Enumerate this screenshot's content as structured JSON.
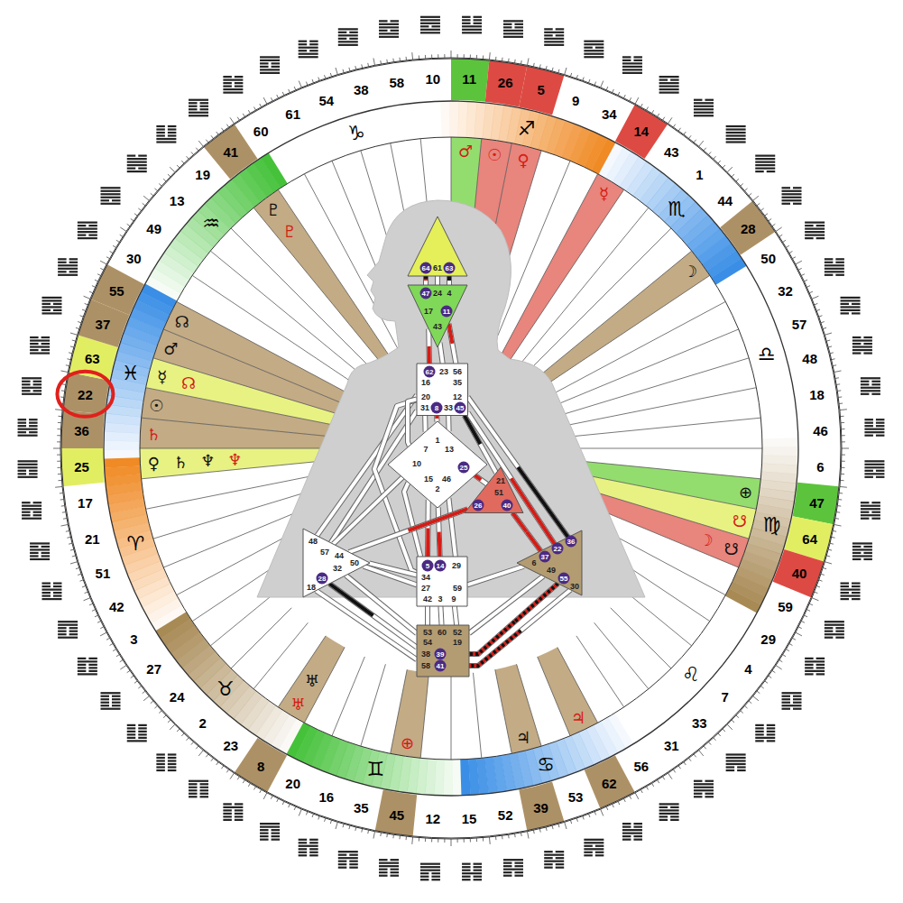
{
  "diagram": {
    "nodes": [
      {
        "text": [
          "64",
          "61",
          "63"
        ]
      },
      {
        "text": [
          "47",
          "24",
          "4",
          "17",
          "11",
          "43"
        ]
      },
      {
        "text": [
          "62",
          "23",
          "56",
          "16",
          "35",
          "20",
          "12",
          "31",
          "8",
          "33",
          "45"
        ]
      },
      {
        "text": [
          "1",
          "7",
          "13",
          "10",
          "15",
          "46",
          "2",
          "25"
        ]
      },
      {
        "text": [
          "21",
          "51",
          "26",
          "40"
        ]
      },
      {
        "text": [
          "48",
          "57",
          "44",
          "50",
          "32",
          "28",
          "18"
        ]
      },
      {
        "text": [
          "5",
          "14",
          "29",
          "34",
          "27",
          "59",
          "42",
          "3",
          "9"
        ]
      },
      {
        "text": [
          "36",
          "22",
          "37",
          "6",
          "49",
          "55",
          "30"
        ]
      },
      {
        "text": [
          "53",
          "60",
          "52",
          "54",
          "19",
          "38",
          "39",
          "58",
          "41"
        ]
      }
    ],
    "edges": [
      {
        "from": 0,
        "to": 1,
        "arrow": "none"
      },
      {
        "from": 0,
        "to": 1,
        "arrow": "none"
      },
      {
        "from": 0,
        "to": 1,
        "arrow": "none"
      },
      {
        "from": 1,
        "to": 2,
        "arrow": "none"
      },
      {
        "from": 1,
        "to": 2,
        "arrow": "none"
      },
      {
        "from": 1,
        "to": 2,
        "arrow": "none"
      },
      {
        "from": 2,
        "to": 5,
        "arrow": "none"
      },
      {
        "from": 2,
        "to": 5,
        "arrow": "none"
      },
      {
        "from": 2,
        "to": 6,
        "arrow": "none"
      },
      {
        "from": 2,
        "to": 3,
        "arrow": "none"
      },
      {
        "from": 2,
        "to": 3,
        "arrow": "none"
      },
      {
        "from": 2,
        "to": 3,
        "arrow": "none"
      },
      {
        "from": 2,
        "to": 3,
        "arrow": "none"
      },
      {
        "from": 2,
        "to": 4,
        "arrow": "none"
      },
      {
        "from": 2,
        "to": 7,
        "arrow": "none"
      },
      {
        "from": 2,
        "to": 7,
        "arrow": "none"
      },
      {
        "from": 3,
        "to": 4,
        "arrow": "none"
      },
      {
        "from": 3,
        "to": 5,
        "arrow": "none"
      },
      {
        "from": 3,
        "to": 6,
        "arrow": "none"
      },
      {
        "from": 3,
        "to": 6,
        "arrow": "none"
      },
      {
        "from": 3,
        "to": 6,
        "arrow": "none"
      },
      {
        "from": 3,
        "to": 6,
        "arrow": "none"
      },
      {
        "from": 4,
        "to": 5,
        "arrow": "none"
      },
      {
        "from": 4,
        "to": 7,
        "arrow": "none"
      },
      {
        "from": 5,
        "to": 6,
        "arrow": "none"
      },
      {
        "from": 5,
        "to": 6,
        "arrow": "none"
      },
      {
        "from": 5,
        "to": 8,
        "arrow": "none"
      },
      {
        "from": 5,
        "to": 8,
        "arrow": "none"
      },
      {
        "from": 5,
        "to": 8,
        "arrow": "none"
      },
      {
        "from": 6,
        "to": 7,
        "arrow": "none"
      },
      {
        "from": 6,
        "to": 8,
        "arrow": "none"
      },
      {
        "from": 6,
        "to": 8,
        "arrow": "none"
      },
      {
        "from": 6,
        "to": 8,
        "arrow": "none"
      },
      {
        "from": 7,
        "to": 8,
        "arrow": "none"
      },
      {
        "from": 7,
        "to": 8,
        "arrow": "none"
      },
      {
        "from": 7,
        "to": 8,
        "arrow": "none"
      }
    ],
    "labels": [
      "11",
      "26",
      "5",
      "9",
      "34",
      "14",
      "43",
      "1",
      "44",
      "28",
      "50",
      "32",
      "57",
      "48",
      "18",
      "46",
      "6",
      "47",
      "64",
      "40",
      "59",
      "29",
      "4",
      "7",
      "33",
      "31",
      "56",
      "62",
      "53",
      "39",
      "52",
      "15",
      "12",
      "45",
      "35",
      "16",
      "20",
      "8",
      "23",
      "2",
      "24",
      "27",
      "3",
      "42",
      "51",
      "21",
      "17",
      "25",
      "36",
      "22",
      "63",
      "37",
      "55",
      "30",
      "49",
      "13",
      "19",
      "41",
      "60",
      "61",
      "54",
      "38",
      "58",
      "10",
      "♐",
      "♏",
      "♎",
      "♍",
      "♌",
      "♋",
      "♊",
      "♉",
      "♈",
      "♓",
      "♒",
      "♑",
      "♂",
      "☉",
      "♀",
      "☿",
      "☽",
      "⊕",
      "☋",
      "☋",
      "☽",
      "♃",
      "♃",
      "⊕",
      "♅",
      "♅",
      "♀",
      "♄",
      "♆",
      "♆",
      "♄",
      "☉",
      "☿",
      "☊",
      "♂",
      "☊",
      "♇",
      "♇"
    ]
  }
}
